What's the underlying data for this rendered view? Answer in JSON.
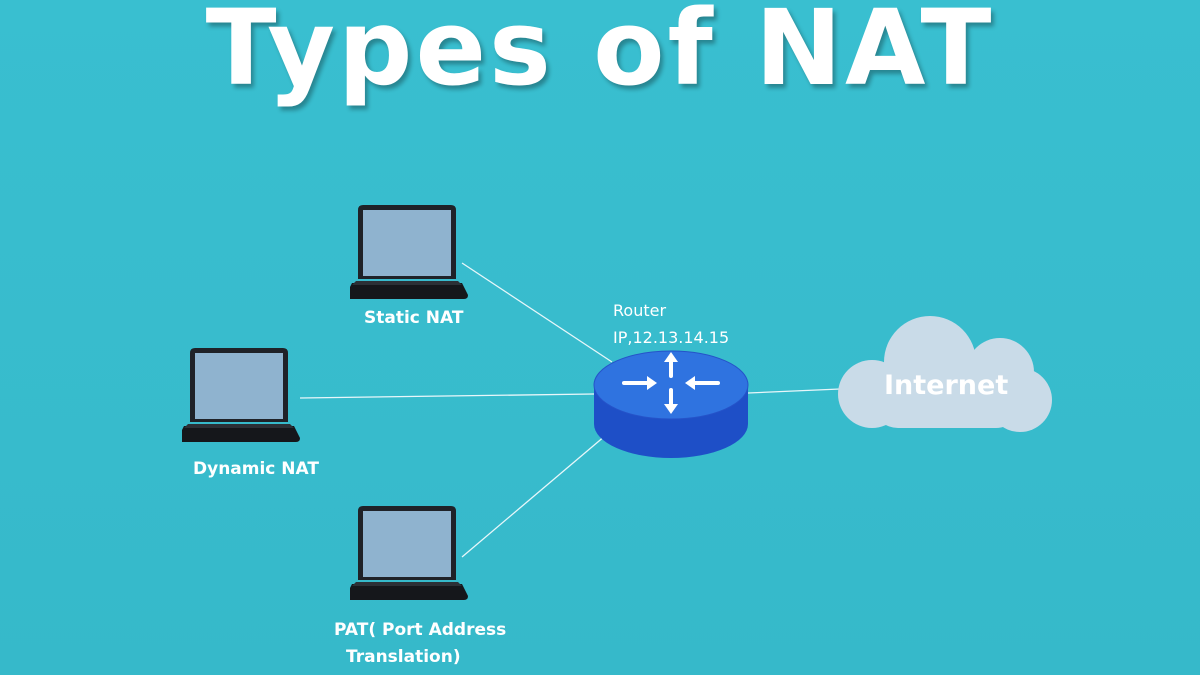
{
  "title": "Types of NAT",
  "nodes": {
    "static_nat": "Static NAT",
    "dynamic_nat": "Dynamic NAT",
    "pat_line1": "PAT( Port Address",
    "pat_line2": "Translation)",
    "router_label": "Router",
    "router_ip": "IP,12.13.14.15",
    "internet": "Internet"
  },
  "icons": {
    "laptop": "laptop-icon",
    "router": "router-icon",
    "cloud": "cloud-icon"
  },
  "colors": {
    "background": "#38bccd",
    "router_top": "#2f73e0",
    "router_side": "#1e4fc7",
    "cloud": "#c9dbe8",
    "laptop_screen": "#8fb3cf",
    "laptop_body": "#1f2228"
  }
}
